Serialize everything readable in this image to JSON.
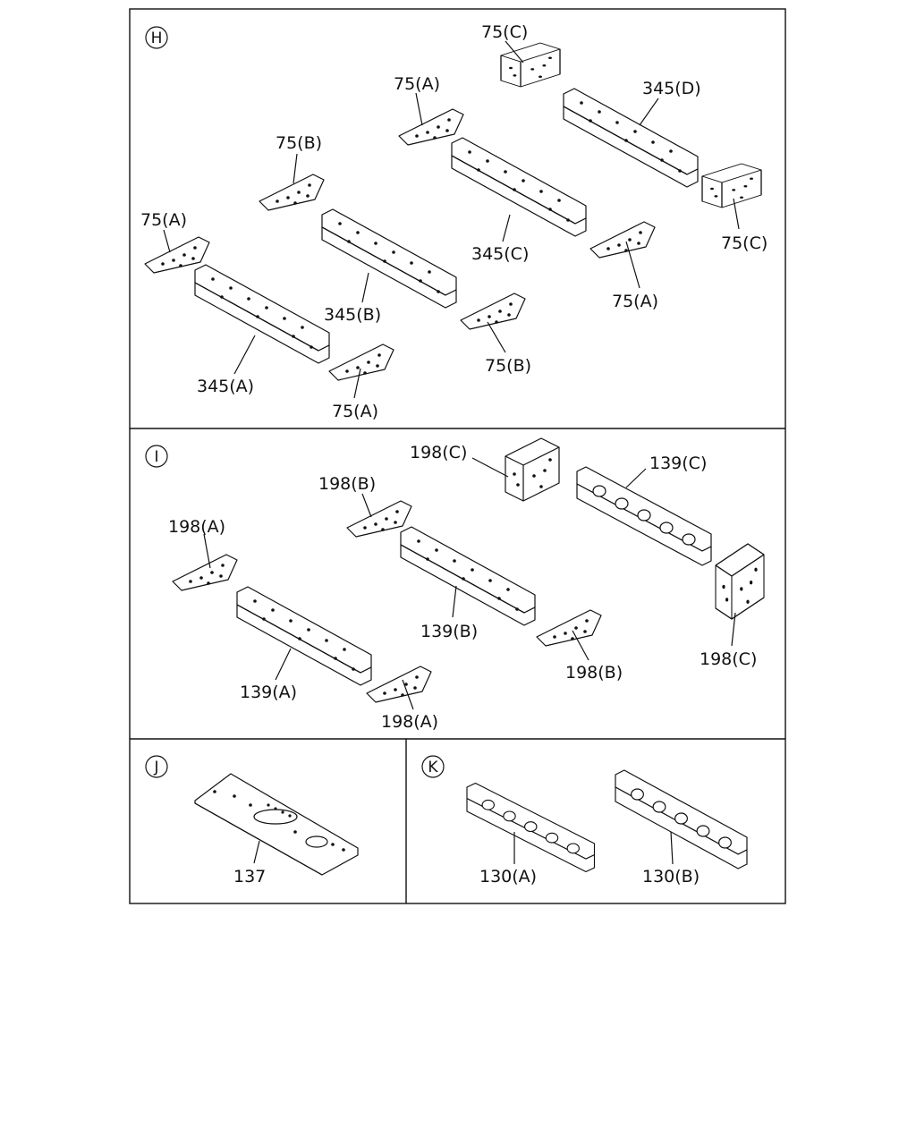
{
  "sections": [
    {
      "id": "H"
    },
    {
      "id": "I"
    },
    {
      "id": "J"
    },
    {
      "id": "K"
    }
  ],
  "labels": {
    "h_75c_top": "75(C)",
    "h_75a_1": "75(A)",
    "h_345d": "345(D)",
    "h_75b_1": "75(B)",
    "h_75a_left": "75(A)",
    "h_345c": "345(C)",
    "h_75c_right": "75(C)",
    "h_345b": "345(B)",
    "h_75a_2": "75(A)",
    "h_345a": "345(A)",
    "h_75b_2": "75(B)",
    "h_75a_3": "75(A)",
    "i_198c_top": "198(C)",
    "i_139c": "139(C)",
    "i_198b_1": "198(B)",
    "i_198a_1": "198(A)",
    "i_139b": "139(B)",
    "i_198c_right": "198(C)",
    "i_198b_2": "198(B)",
    "i_139a": "139(A)",
    "i_198a_2": "198(A)",
    "j_137": "137",
    "k_130a": "130(A)",
    "k_130b": "130(B)"
  }
}
